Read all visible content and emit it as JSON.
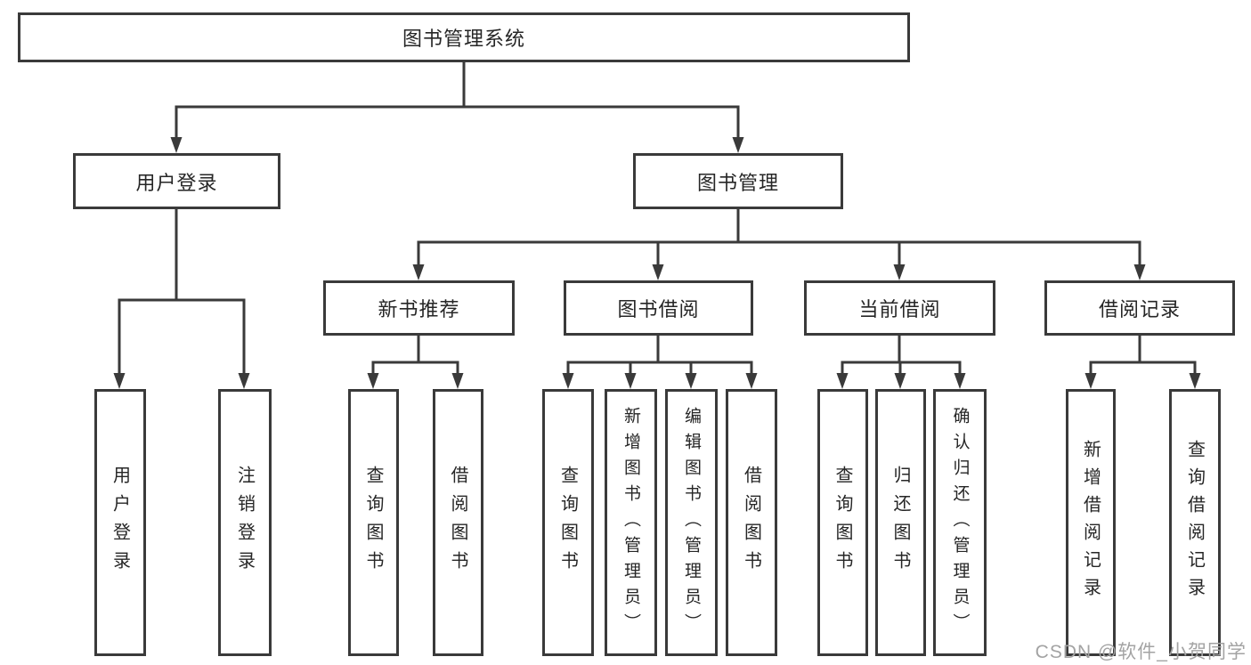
{
  "diagram_type": "hierarchy-tree",
  "colors": {
    "border": "#3a3a3a",
    "line": "#3a3a3a",
    "text": "#262626",
    "watermark": "#a3a3a3",
    "bg": "#ffffff"
  },
  "tree": {
    "root": "图书管理系统",
    "branches": [
      {
        "label": "用户登录",
        "children": [
          "用户登录",
          "注销登录"
        ]
      },
      {
        "label": "图书管理",
        "children": [
          {
            "label": "新书推荐",
            "children": [
              "查询图书",
              "借阅图书"
            ]
          },
          {
            "label": "图书借阅",
            "children": [
              "查询图书",
              "新增图书（管理员）",
              "编辑图书（管理员）",
              "借阅图书"
            ]
          },
          {
            "label": "当前借阅",
            "children": [
              "查询图书",
              "归还图书",
              "确认归还（管理员）"
            ]
          },
          {
            "label": "借阅记录",
            "children": [
              "新增借阅记录",
              "查询借阅记录"
            ]
          }
        ]
      }
    ]
  },
  "watermark": "CSDN @软件_小贺同学"
}
